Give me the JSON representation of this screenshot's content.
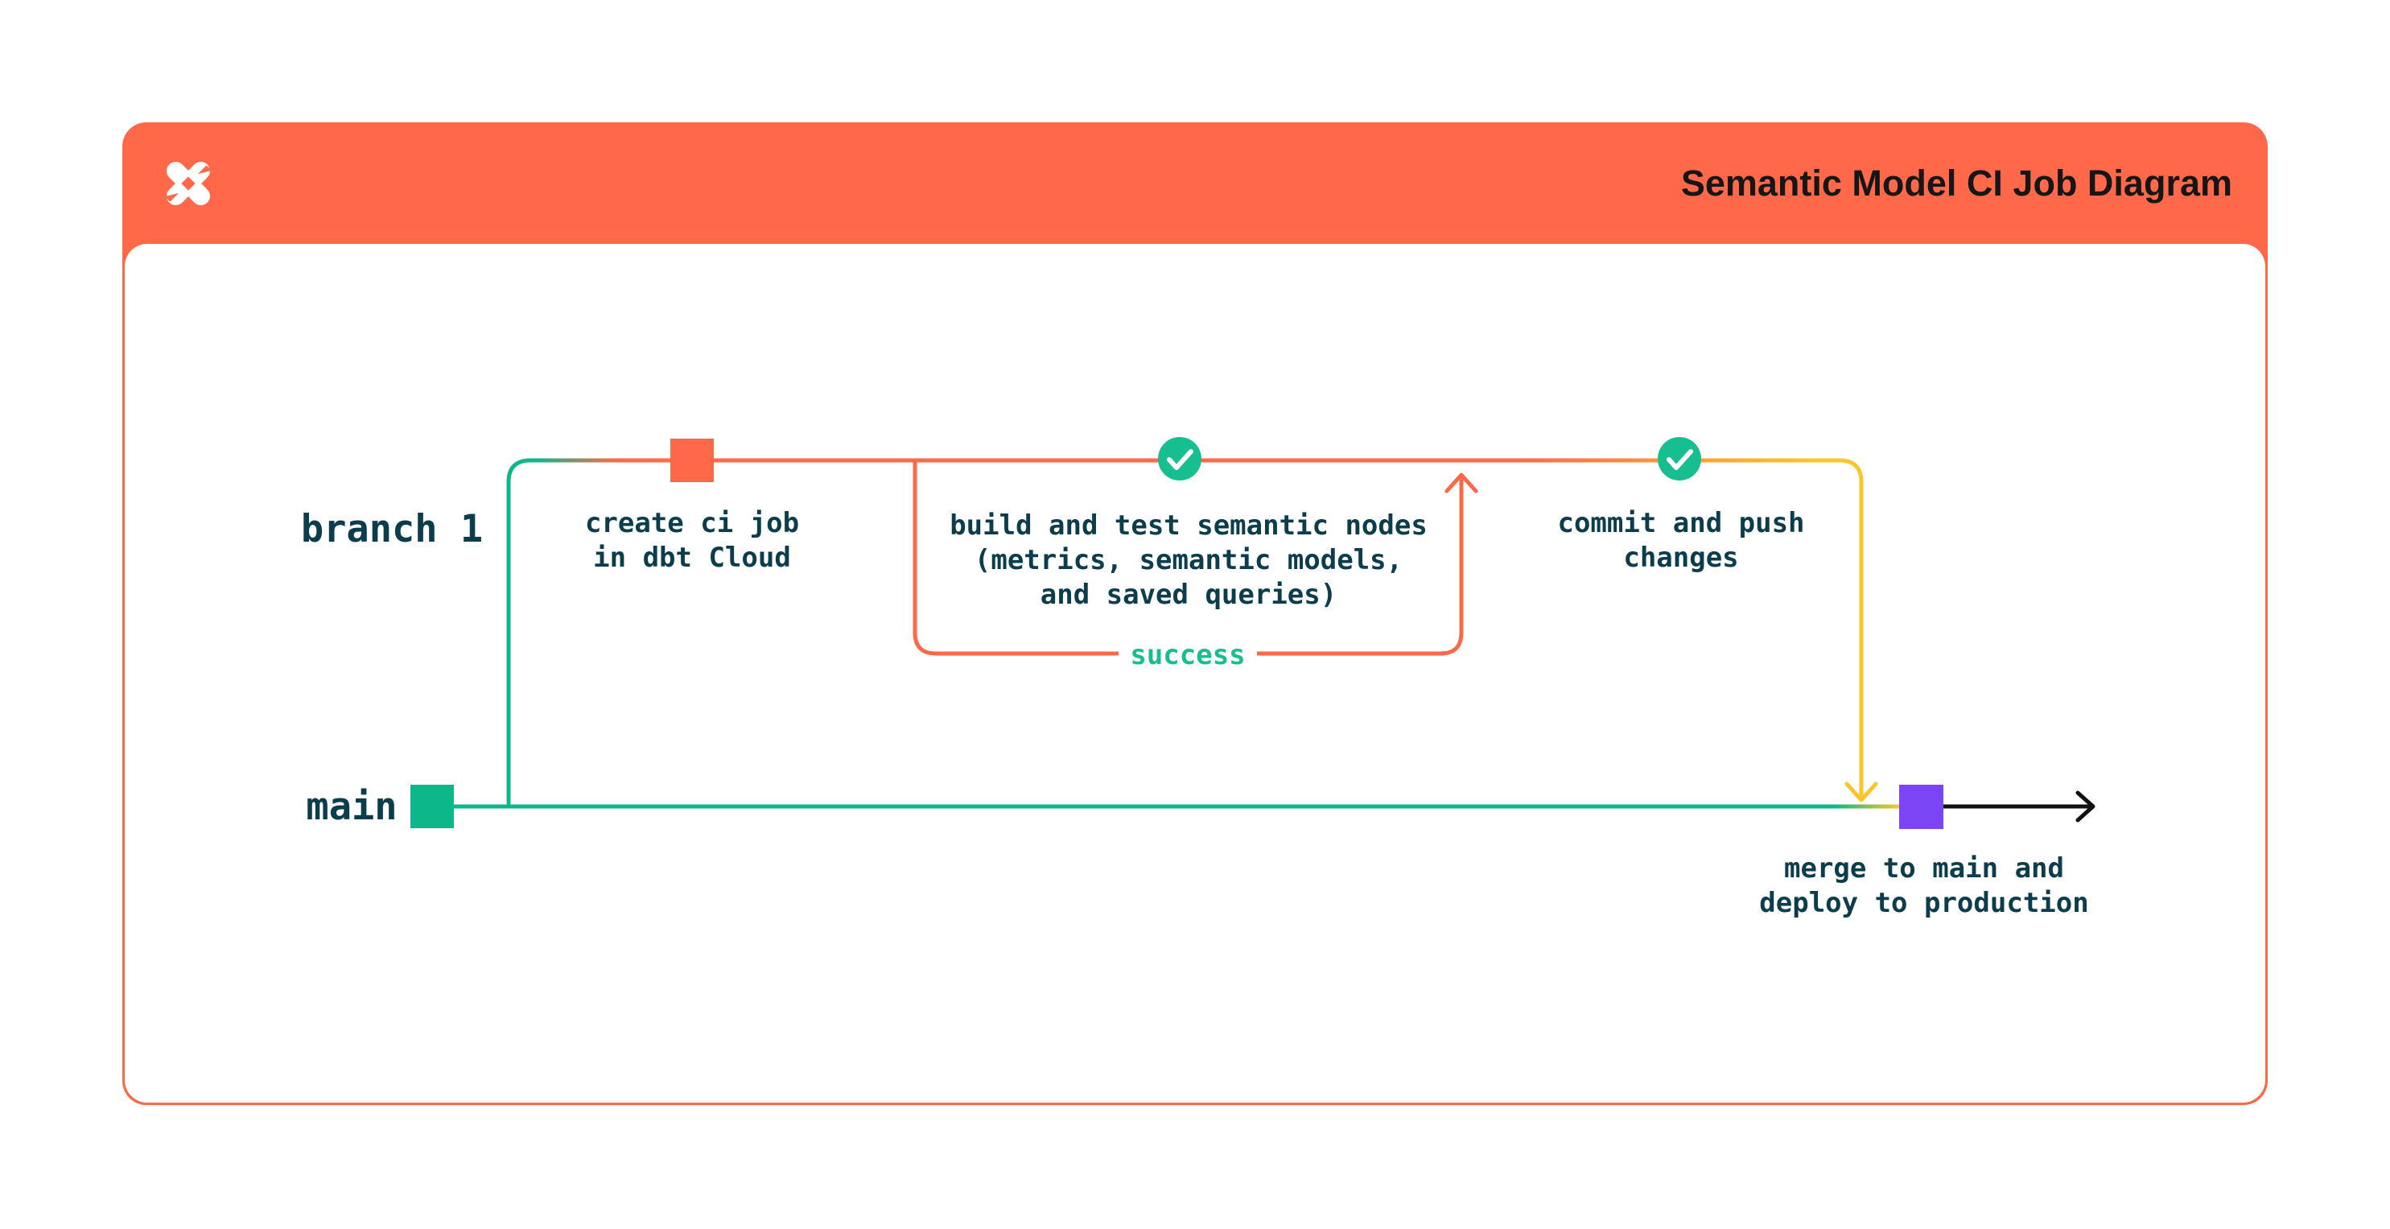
{
  "header": {
    "title": "Semantic Model CI Job Diagram",
    "background": "#FF694A",
    "title_color": "#161616",
    "logo_icon": "dbt-logo"
  },
  "diagram": {
    "branch_label": "branch 1",
    "main_label": "main",
    "steps": {
      "create_ci_job": {
        "lines": [
          "create ci job",
          "in dbt Cloud"
        ]
      },
      "build_and_test": {
        "lines": [
          "build and test semantic nodes",
          "(metrics, semantic models,",
          "and saved queries)"
        ]
      },
      "success_label": "success",
      "commit_and_push": {
        "lines": [
          "commit and push",
          "changes"
        ]
      },
      "merge_to_main": {
        "lines": [
          "merge to main and",
          "deploy to production"
        ]
      }
    },
    "colors": {
      "orange": "#FF694A",
      "green": "#0CB789",
      "check_green": "#17BE90",
      "yellow": "#FCC62B",
      "purple": "#7B45F6",
      "text": "#0B3D4C",
      "black": "#111111",
      "white": "#FFFFFF"
    }
  }
}
